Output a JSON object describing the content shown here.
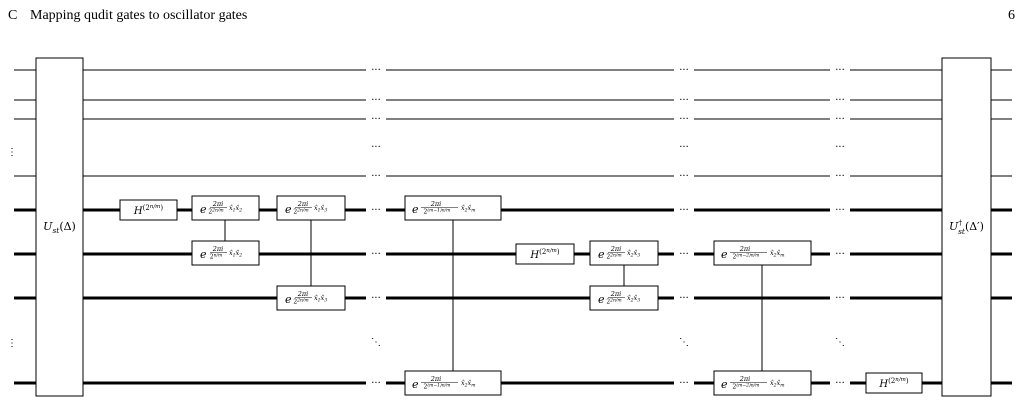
{
  "header": {
    "section_number": "C",
    "section_title": "Mapping qudit gates to oscillator gates",
    "page_number": "6"
  },
  "gates": {
    "ust_left": {
      "base": "U",
      "sub": "st",
      "arg": "(Δ)"
    },
    "ust_right": {
      "base": "U",
      "sup": "†",
      "sub": "st",
      "arg": "(Δ′)"
    },
    "hadamard": {
      "base": "H",
      "sup": "(2",
      "supsup": "n/m",
      "supend": ")"
    },
    "e_base": "e",
    "phase_12": {
      "frac_num": "2πi",
      "frac_den": "2",
      "frac_den_sup": "2n/m",
      "tail_var1": "x̂",
      "tail_sub1": "1",
      "tail_var2": "x̂",
      "tail_sub2": "2"
    },
    "phase_12_target": {
      "frac_num": "2πi",
      "frac_den": "2",
      "frac_den_sup": "n/m",
      "tail_var1": "x̂",
      "tail_sub1": "1",
      "tail_var2": "x̂",
      "tail_sub2": "2"
    },
    "phase_13": {
      "frac_num": "2πi",
      "frac_den": "2",
      "frac_den_sup": "2n/m",
      "tail_var1": "x̂",
      "tail_sub1": "1",
      "tail_var2": "x̂",
      "tail_sub2": "3"
    },
    "phase_1m": {
      "frac_num": "2πi",
      "frac_den": "2",
      "frac_den_sup": "(m−1)n/m",
      "tail_var1": "x̂",
      "tail_sub1": "2",
      "tail_var2": "x̂",
      "tail_sub2": "m"
    },
    "phase_23": {
      "frac_num": "2πi",
      "frac_den": "2",
      "frac_den_sup": "2n/m",
      "tail_var1": "x̂",
      "tail_sub1": "2",
      "tail_var2": "x̂",
      "tail_sub2": "3"
    },
    "phase_2m": {
      "frac_num": "2πi",
      "frac_den": "2",
      "frac_den_sup": "(m−2)n/m",
      "tail_var1": "x̂",
      "tail_sub1": "2",
      "tail_var2": "x̂",
      "tail_sub2": "m"
    }
  },
  "ellipsis": {
    "h": "···",
    "v": "⋮",
    "d": "⋱"
  }
}
